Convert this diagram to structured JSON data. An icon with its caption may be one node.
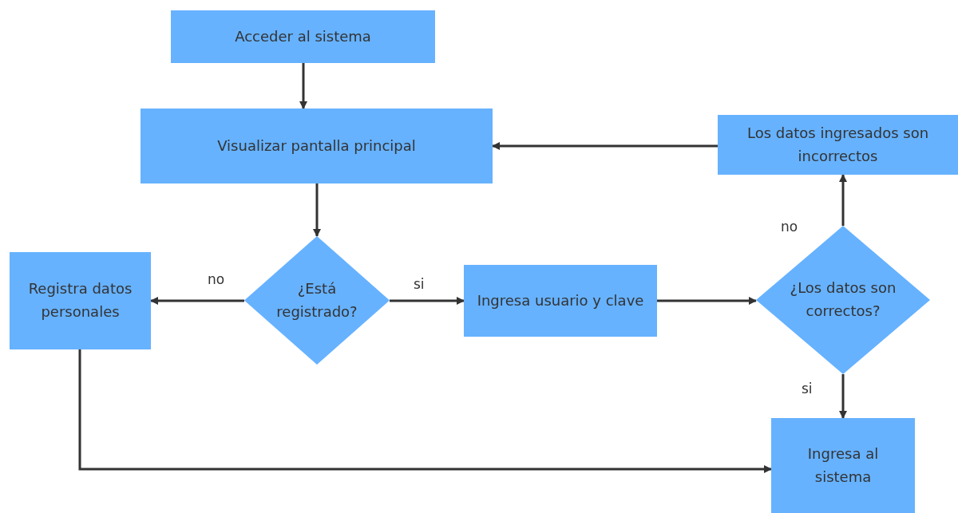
{
  "diagram": {
    "nodes": [
      {
        "text": [
          "Acceder al sistema"
        ]
      },
      {
        "text": [
          "Visualizar pantalla principal"
        ]
      },
      {
        "text": [
          "¿Está registrado?"
        ]
      },
      {
        "text": [
          "Registra datos personales"
        ]
      },
      {
        "text": [
          "Ingresa usuario y clave"
        ]
      },
      {
        "text": [
          "¿Los datos son correctos?"
        ]
      },
      {
        "text": [
          "Los datos ingresados son incorrectos"
        ]
      },
      {
        "text": [
          "Ingresa al sistema"
        ]
      }
    ],
    "edges": [
      {
        "from": 0,
        "to": 1,
        "arrow": "to"
      },
      {
        "from": 1,
        "to": 2,
        "arrow": "to"
      },
      {
        "from": 2,
        "to": 3,
        "arrow": "to",
        "label": "no"
      },
      {
        "from": 2,
        "to": 4,
        "arrow": "to",
        "label": "si"
      },
      {
        "from": 4,
        "to": 5,
        "arrow": "to"
      },
      {
        "from": 5,
        "to": 6,
        "arrow": "to",
        "label": "no"
      },
      {
        "from": 6,
        "to": 1,
        "arrow": "to"
      },
      {
        "from": 5,
        "to": 7,
        "arrow": "to",
        "label": "si"
      },
      {
        "from": 3,
        "to": 7,
        "arrow": "to"
      }
    ]
  }
}
